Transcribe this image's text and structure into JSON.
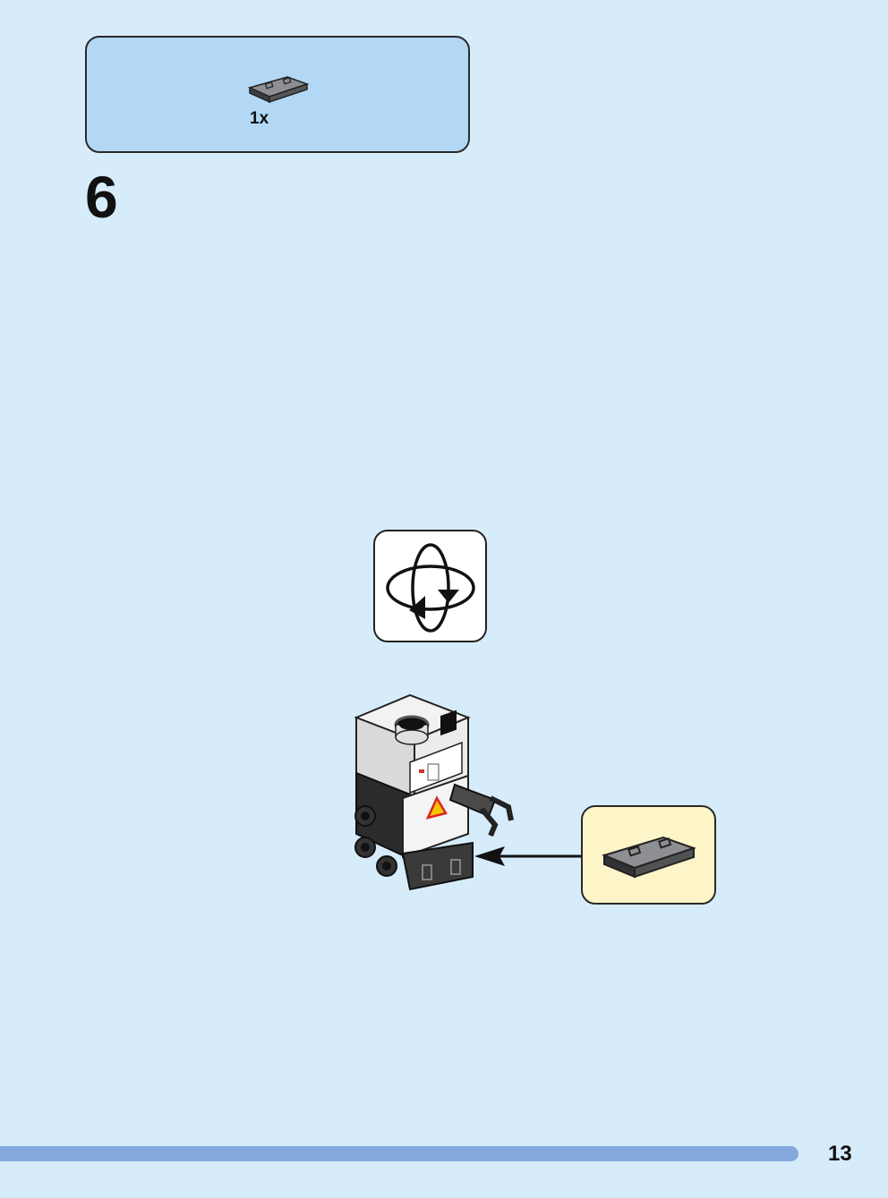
{
  "parts_list": {
    "items": [
      {
        "icon": "tile-1x2-dark-gray-icon",
        "quantity": "1x"
      }
    ]
  },
  "step": {
    "number": "6"
  },
  "rotate_indicator": {
    "icon": "rotate-model-icon"
  },
  "callout": {
    "icon": "tile-1x2-dark-gray-icon"
  },
  "footer": {
    "page_number": "13"
  },
  "colors": {
    "background": "#d7ecfa",
    "parts_box": "#b3d8f5",
    "callout": "#fdf4c8",
    "page_bar": "#85a9dd"
  }
}
